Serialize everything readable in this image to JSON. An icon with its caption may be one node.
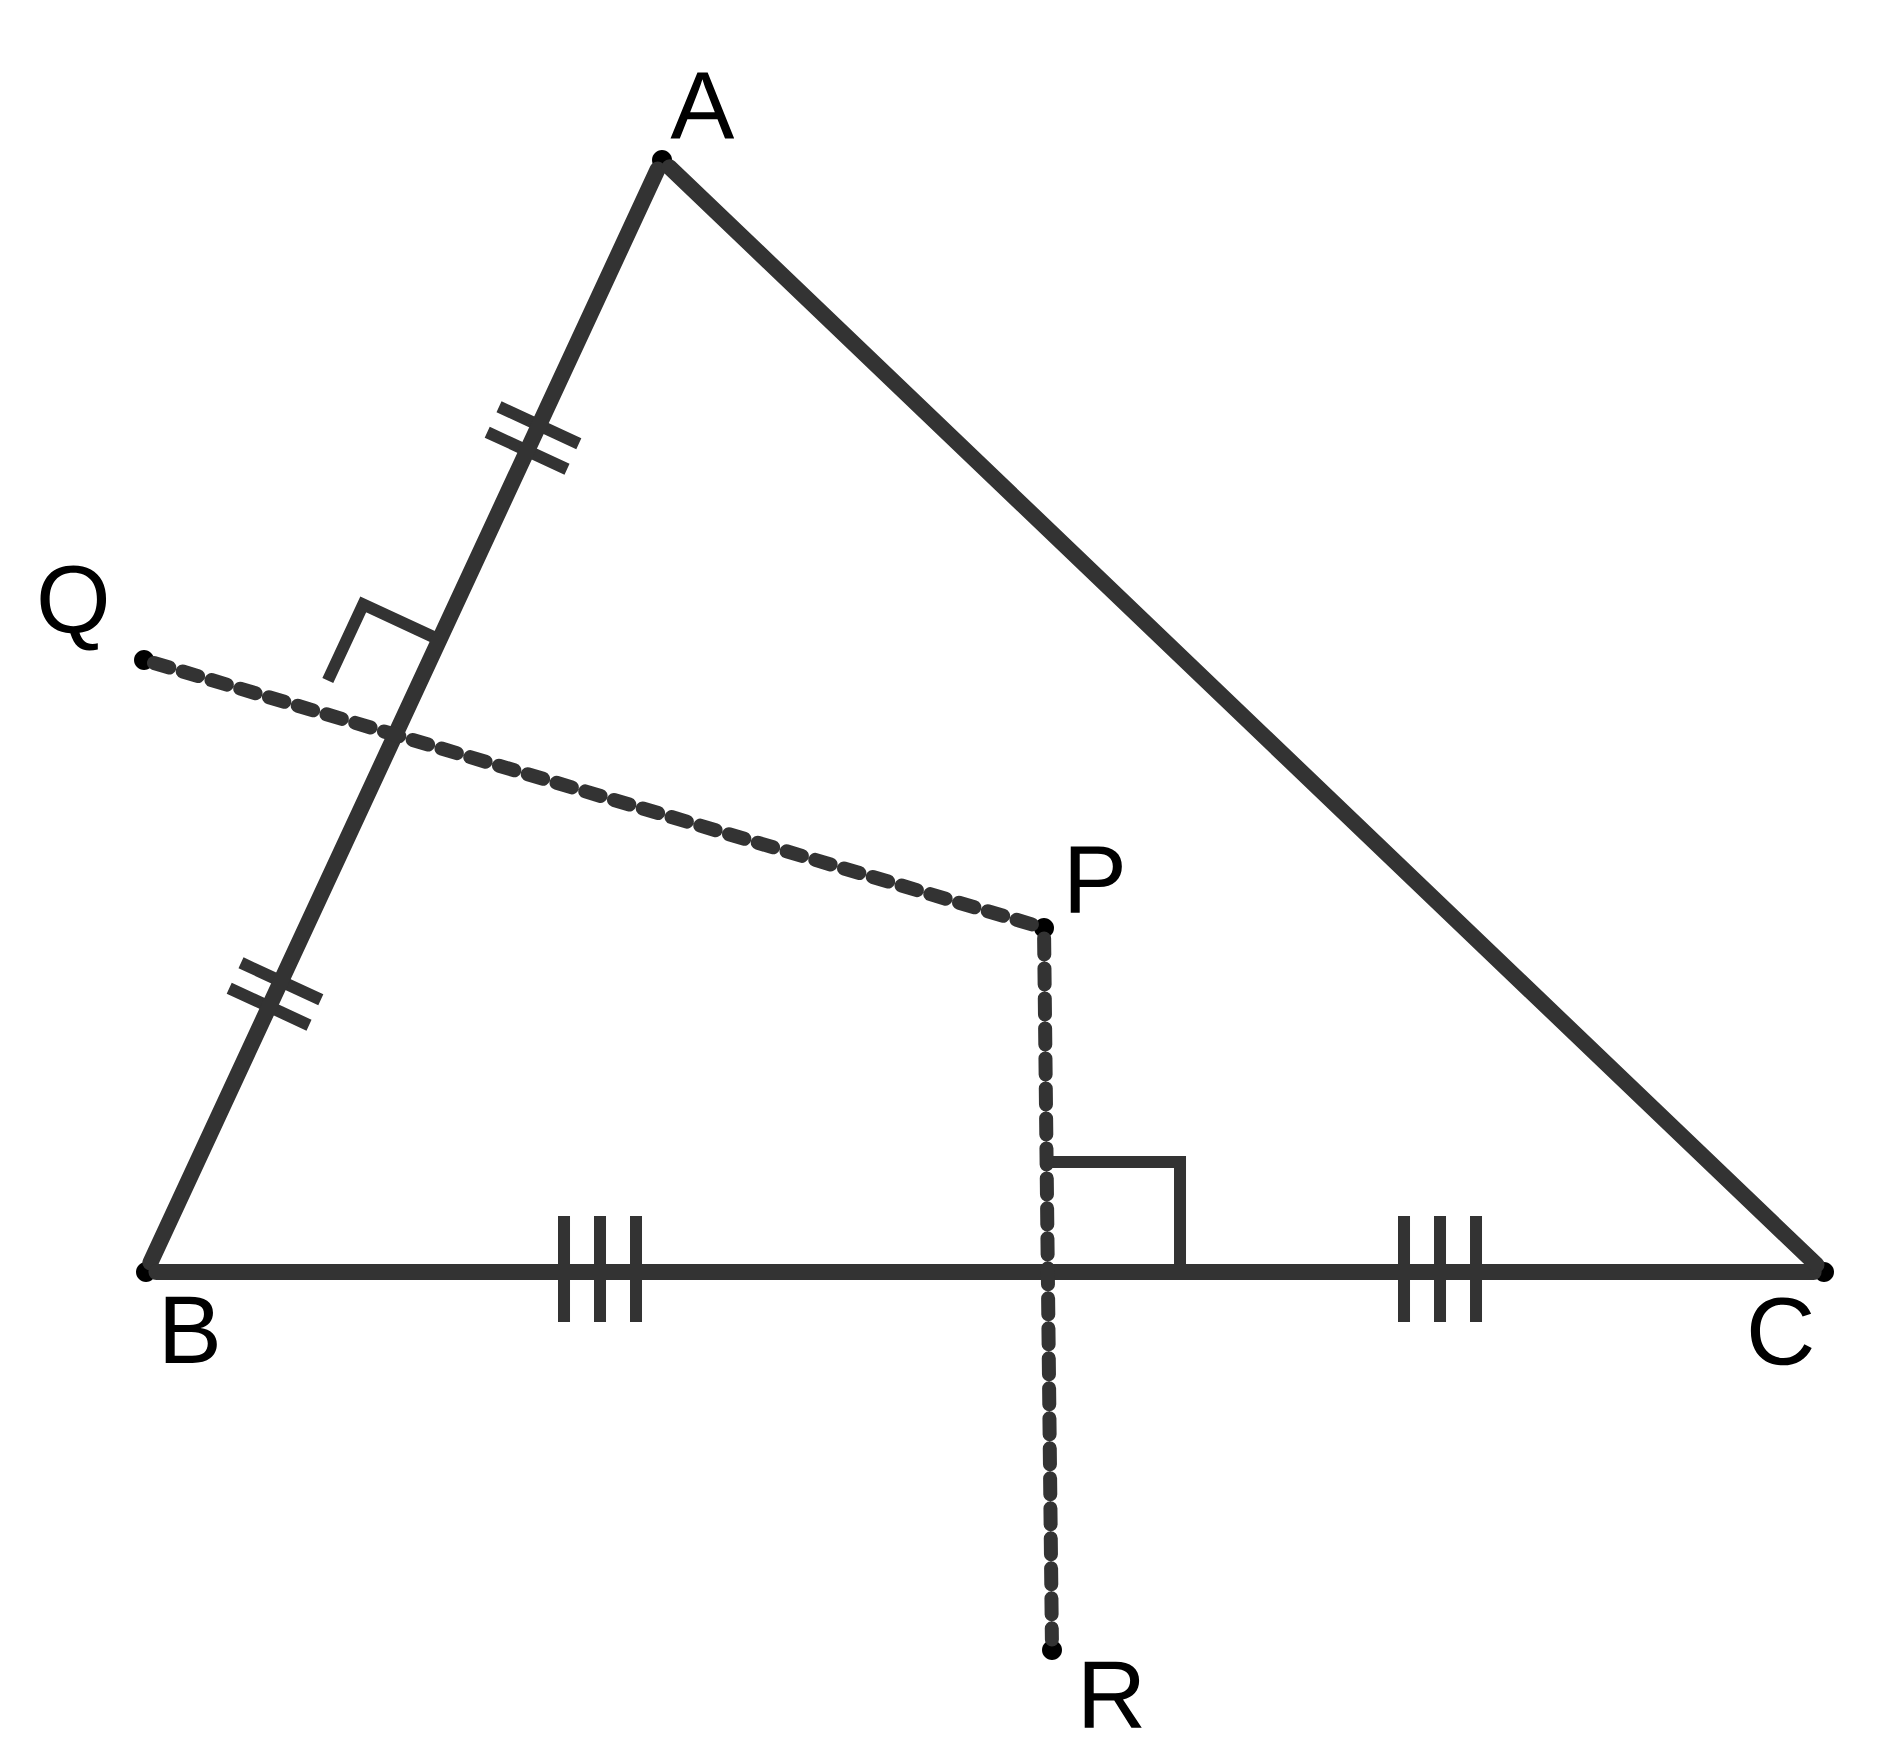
{
  "diagram": {
    "nodes": [
      {
        "text": [
          "A"
        ]
      },
      {
        "text": [
          "B"
        ]
      },
      {
        "text": [
          "C"
        ]
      },
      {
        "text": [
          "P"
        ]
      },
      {
        "text": [
          "Q"
        ]
      },
      {
        "text": [
          "R"
        ]
      }
    ],
    "edges": [
      {
        "from": 0,
        "to": 1,
        "arrow": "none"
      },
      {
        "from": 1,
        "to": 2,
        "arrow": "none"
      },
      {
        "from": 2,
        "to": 0,
        "arrow": "none"
      },
      {
        "from": 4,
        "to": 3,
        "arrow": "none",
        "style": "dashed"
      },
      {
        "from": 3,
        "to": 5,
        "arrow": "none",
        "style": "dashed"
      }
    ]
  }
}
